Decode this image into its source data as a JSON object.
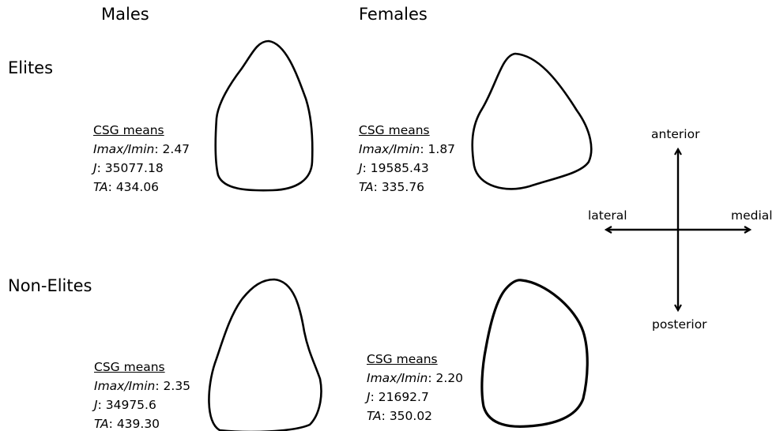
{
  "columns": {
    "males": "Males",
    "females": "Females"
  },
  "rows": {
    "elites": "Elites",
    "non_elites": "Non-Elites"
  },
  "stat_labels": {
    "header": "CSG means",
    "imax_imin": "Imax/Imin",
    "j": "J",
    "ta": "TA"
  },
  "groups": {
    "elite_male": {
      "imax_imin": "2.47",
      "j": "35077.18",
      "ta": "434.06"
    },
    "elite_female": {
      "imax_imin": "1.87",
      "j": "19585.43",
      "ta": "335.76"
    },
    "non_elite_male": {
      "imax_imin": "2.35",
      "j": "34975.6",
      "ta": "439.30"
    },
    "non_elite_female": {
      "imax_imin": "2.20",
      "j": "21692.7",
      "ta": "350.02"
    }
  },
  "compass": {
    "anterior": "anterior",
    "posterior": "posterior",
    "lateral": "lateral",
    "medial": "medial"
  }
}
